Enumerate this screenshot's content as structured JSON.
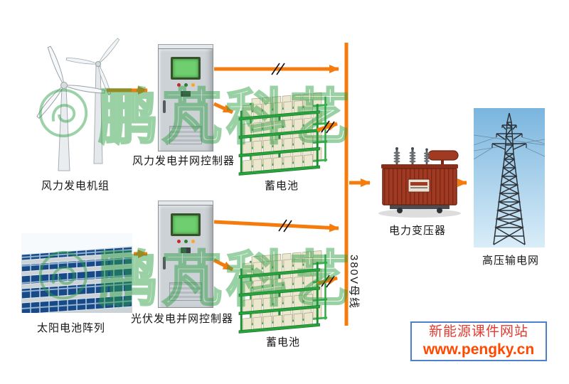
{
  "watermark": {
    "text": "鹏芃科艺"
  },
  "nodes": {
    "wind_turbines": {
      "label": "风力发电机组"
    },
    "wind_controller": {
      "label": "风力发电并网控制器"
    },
    "battery_top": {
      "label": "蓄电池"
    },
    "solar_array": {
      "label": "太阳电池阵列"
    },
    "pv_controller": {
      "label": "光伏发电并网控制器"
    },
    "battery_bottom": {
      "label": "蓄电池"
    },
    "busbar": {
      "label": "380V母线"
    },
    "transformer": {
      "label": "电力变压器"
    },
    "power_grid": {
      "label": "高压输电网"
    }
  },
  "footer": {
    "site_name": "新能源课件网站",
    "site_url": "www.pengky.cn"
  },
  "colors": {
    "arrow_orange": "#f57b0c",
    "watermark_green": "#2c9e42",
    "rack_green": "#27a33c",
    "battery_beige": "#ece8cf",
    "transformer_red": "#a03a22",
    "sky_blue": "#7ab5de",
    "panel_blue": "#174a86",
    "footer_border_blue": "#4d7fd0",
    "footer_red": "#e23b30",
    "footer_url_orange": "#ff4800"
  }
}
